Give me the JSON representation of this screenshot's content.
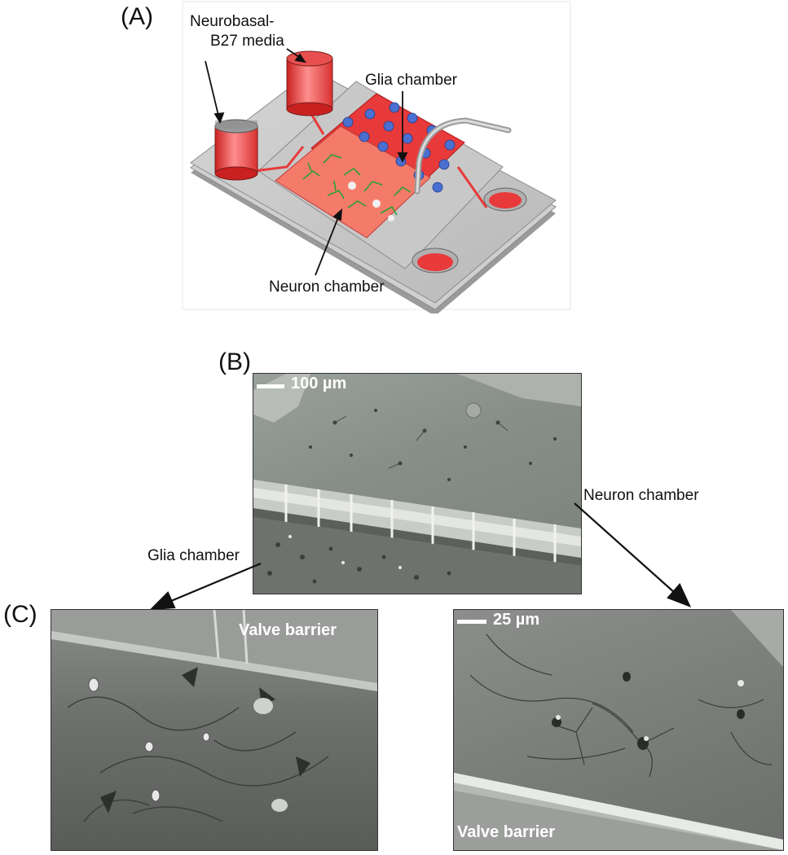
{
  "panel_a": {
    "letter": "(A)",
    "label_media_line1": "Neurobasal-",
    "label_media_line2": "B27 media",
    "label_glia": "Glia chamber",
    "label_neuron": "Neuron chamber"
  },
  "panel_b": {
    "letter": "(B)",
    "scale_label": "100 µm",
    "label_neuron": "Neuron chamber",
    "label_glia": "Glia chamber"
  },
  "panel_c": {
    "letter": "(C)",
    "left_valve": "Valve barrier",
    "right_valve": "Valve barrier",
    "scale_label": "25 µm"
  },
  "colors": {
    "media_red": "#e83a3a",
    "glia_blue": "#4a6fd0",
    "neuron_green": "#2aa030",
    "chip_gray": "#bdbdbd"
  }
}
